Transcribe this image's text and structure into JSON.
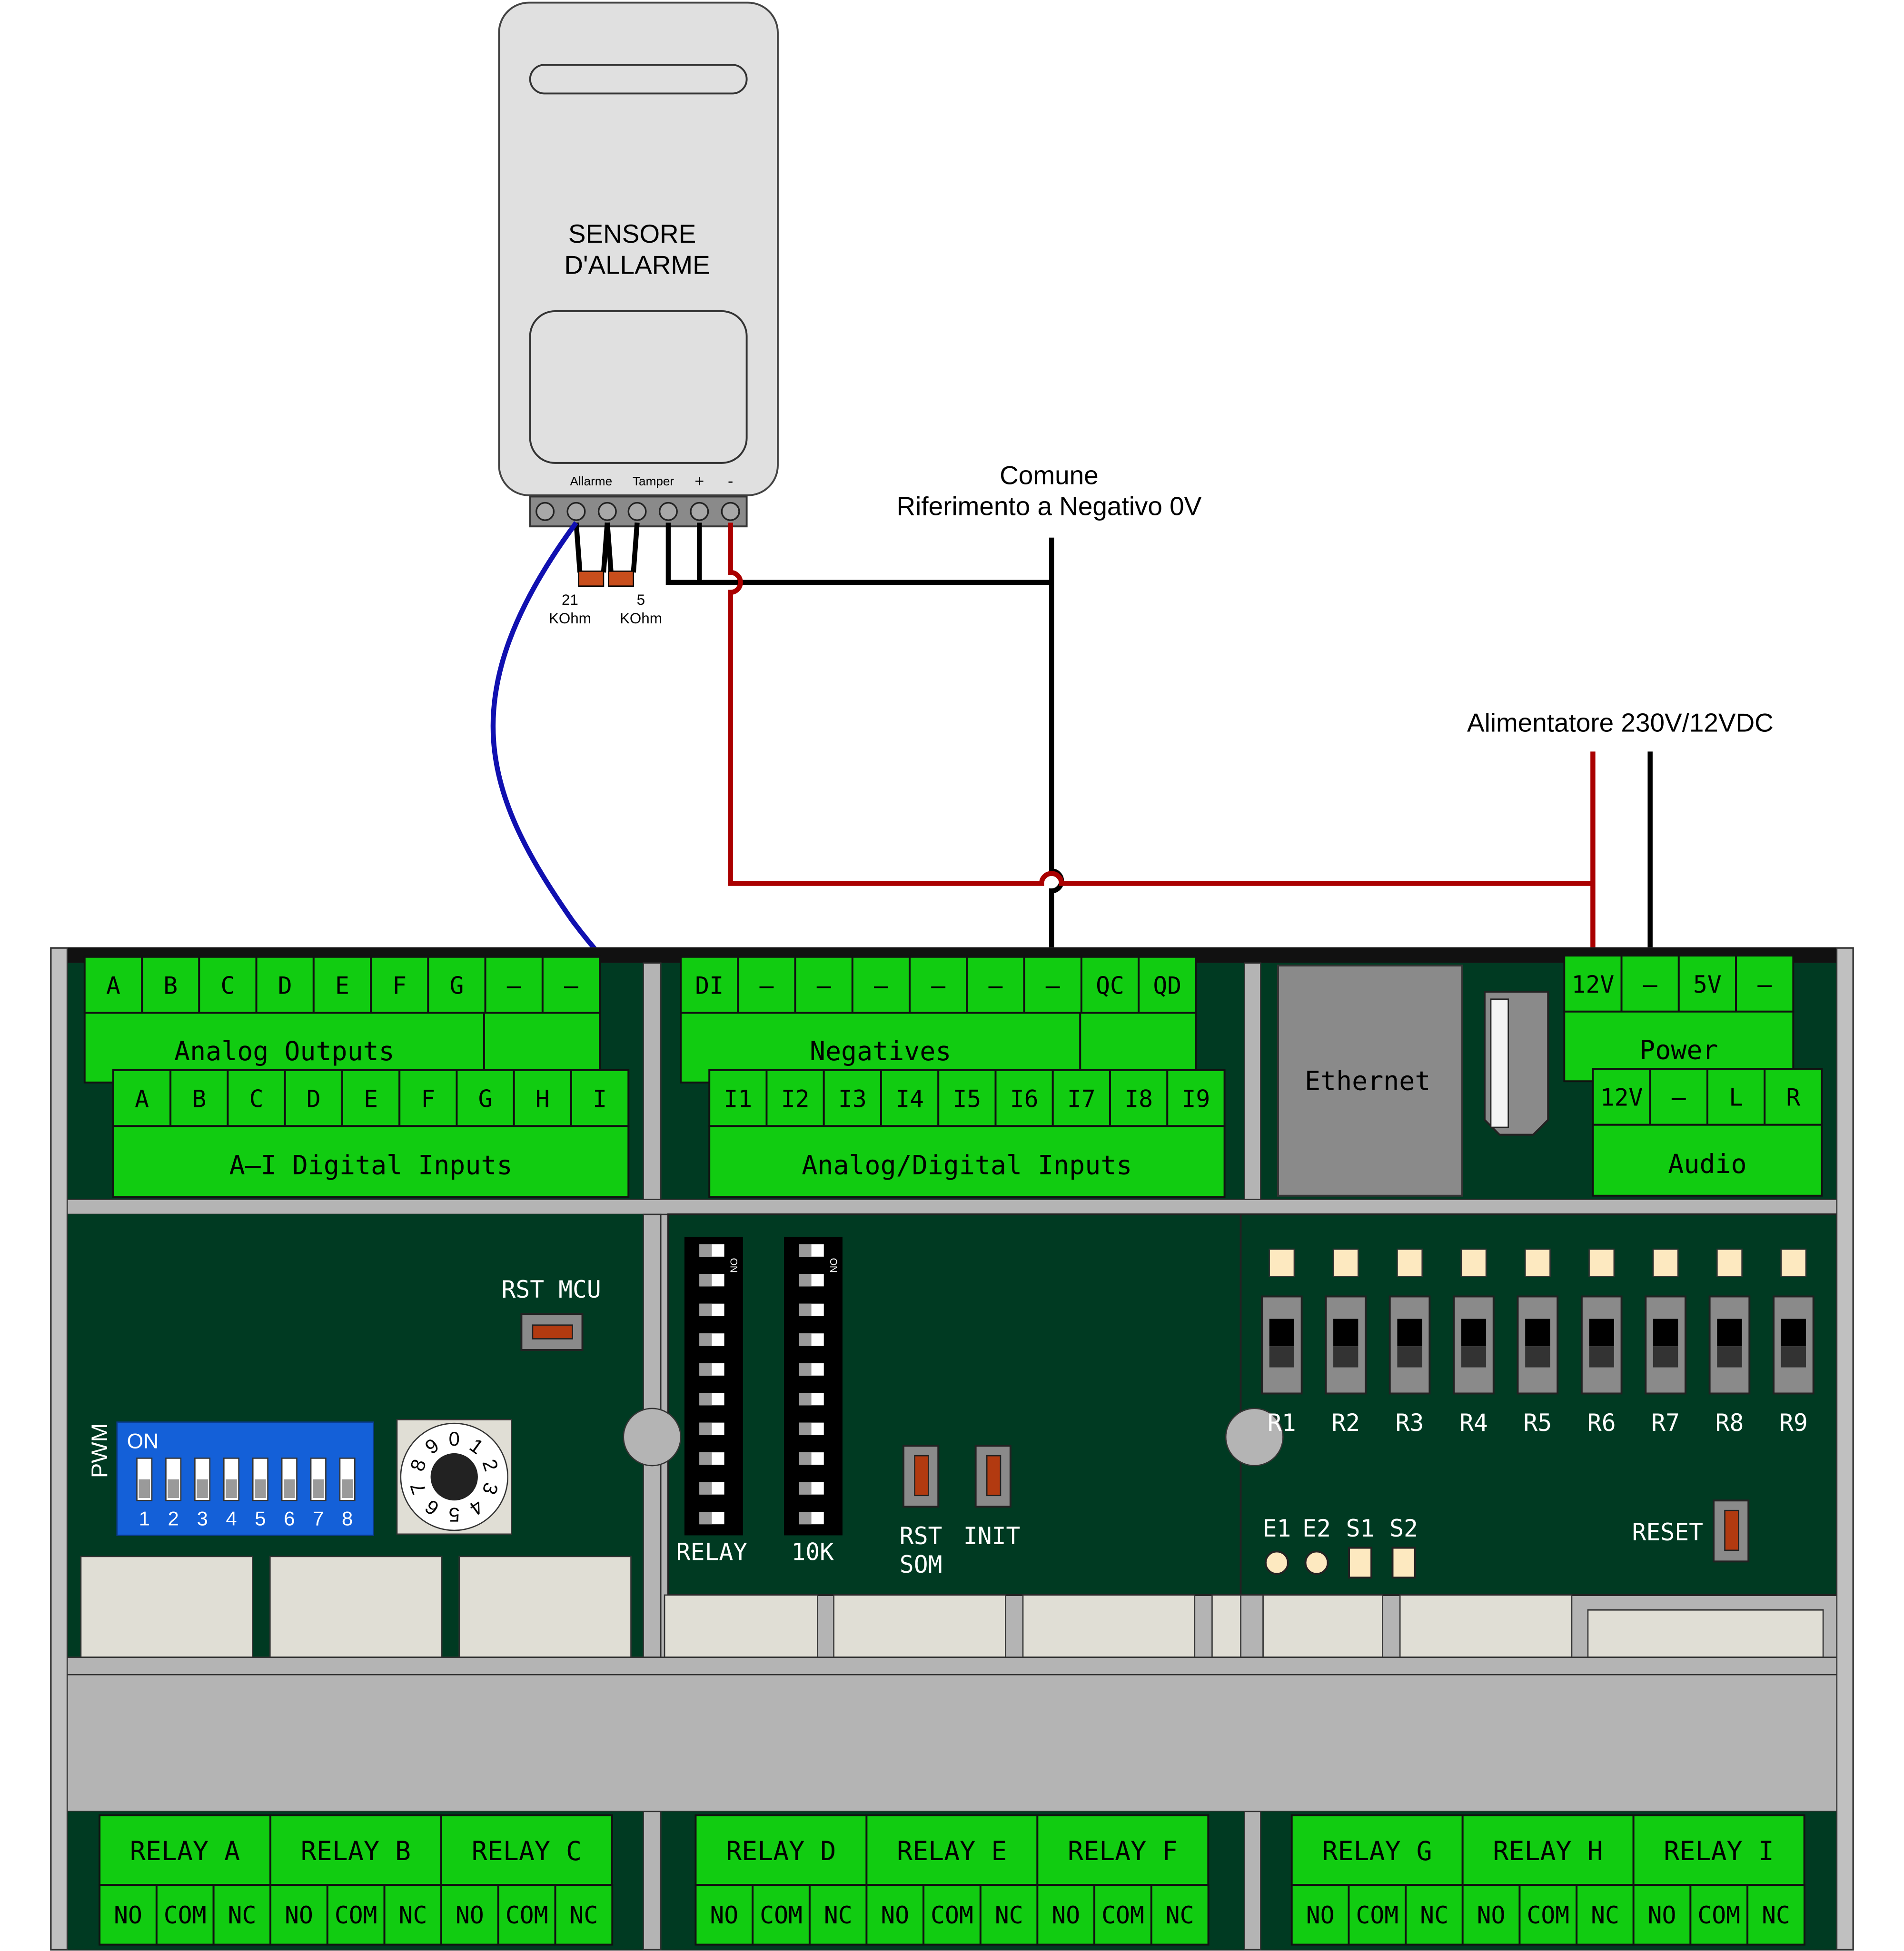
{
  "sensor": {
    "title_line1": "SENSORE",
    "title_line2": "D'ALLARME",
    "label_alarm": "Allarme",
    "label_tamper": "Tamper",
    "label_plus": "+",
    "label_minus": "-",
    "resistor1_value": "21",
    "resistor1_unit": "KOhm",
    "resistor2_value": "5",
    "resistor2_unit": "KOhm"
  },
  "annotations": {
    "common_line1": "Comune",
    "common_line2": "Riferimento a Negativo 0V",
    "psu": "Alimentatore 230V/12VDC"
  },
  "colors": {
    "wire_red": "#aa0000",
    "wire_blue": "#1010b0",
    "wire_black": "#000000",
    "terminal_green": "#11cc11",
    "board_green": "#003a22",
    "case_gray": "#b4b4b4"
  },
  "controller": {
    "analog_outputs": {
      "pins": [
        "A",
        "B",
        "C",
        "D",
        "E",
        "F",
        "G",
        "–",
        "–"
      ],
      "label": "Analog Outputs"
    },
    "digital_inputs": {
      "pins": [
        "A",
        "B",
        "C",
        "D",
        "E",
        "F",
        "G",
        "H",
        "I"
      ],
      "label": "A–I Digital Inputs"
    },
    "negatives": {
      "pins": [
        "DI",
        "–",
        "–",
        "–",
        "–",
        "–",
        "–",
        "QC",
        "QD"
      ],
      "label": "Negatives"
    },
    "analog_digital_inputs": {
      "pins": [
        "I1",
        "I2",
        "I3",
        "I4",
        "I5",
        "I6",
        "I7",
        "I8",
        "I9"
      ],
      "label": "Analog/Digital Inputs"
    },
    "ethernet_label": "Ethernet",
    "power": {
      "pins": [
        "12V",
        "–",
        "5V",
        "–"
      ],
      "label": "Power"
    },
    "audio": {
      "pins": [
        "12V",
        "–",
        "L",
        "R"
      ],
      "label": "Audio"
    },
    "rst_mcu": "RST MCU",
    "pwm": "PWM",
    "dip_on": "ON",
    "dip_numbers": [
      "1",
      "2",
      "3",
      "4",
      "5",
      "6",
      "7",
      "8"
    ],
    "rotary_digits": [
      "0",
      "1",
      "2",
      "3",
      "4",
      "5",
      "6",
      "7",
      "8",
      "9"
    ],
    "dip_on_small": "ON",
    "relay_dip_label": "RELAY",
    "tenk_dip_label": "10K",
    "rst_som_line1": "RST",
    "rst_som_line2": "SOM",
    "init_label": "INIT",
    "relay_switches": [
      "R1",
      "R2",
      "R3",
      "R4",
      "R5",
      "R6",
      "R7",
      "R8",
      "R9"
    ],
    "status": [
      "E1",
      "E2",
      "S1",
      "S2"
    ],
    "reset_label": "RESET",
    "relays": [
      "RELAY A",
      "RELAY B",
      "RELAY C",
      "RELAY D",
      "RELAY E",
      "RELAY F",
      "RELAY G",
      "RELAY H",
      "RELAY I"
    ],
    "relay_contacts": [
      "NO",
      "COM",
      "NC"
    ]
  }
}
